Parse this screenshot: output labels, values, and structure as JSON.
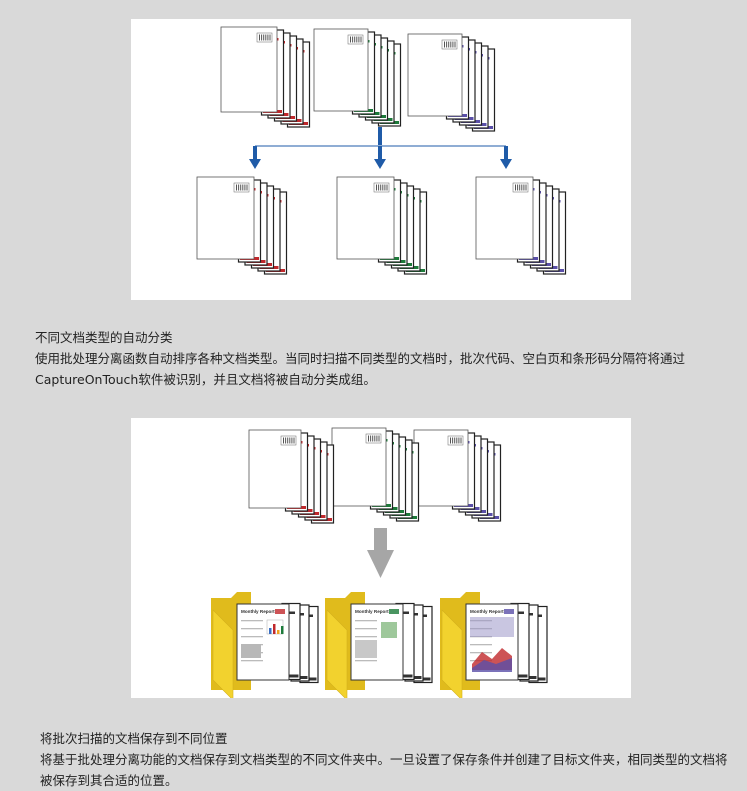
{
  "section1": {
    "title": "不同文档类型的自动分类",
    "body": "使用批处理分离函数自动排序各种文档类型。当同时扫描不同类型的文档时，批次代码、空白页和条形码分隔符将通过CaptureOnTouch软件被识别，并且文档将被自动分类成组。"
  },
  "section2": {
    "title": "将批次扫描的文档保存到不同位置",
    "body": "将基于批处理分离功能的文档保存到文档类型的不同文件夹中。一旦设置了保存条件并创建了目标文件夹，相同类型的文档将被保存到其合适的位置。"
  },
  "colors": {
    "page_bg": "#d9d9d9",
    "panel_bg": "#ffffff",
    "arrow_blue": "#1f5ba8",
    "arrow_gray": "#a6a6a6",
    "folder_yellow": "#f2d22e",
    "stripe_red": "#c0282c",
    "stripe_green": "#1d7a3a",
    "stripe_purple": "#5a4fa8"
  },
  "folder_doc_headers": [
    "Monthly Report",
    "Monthly Report",
    "Monthly Report"
  ]
}
